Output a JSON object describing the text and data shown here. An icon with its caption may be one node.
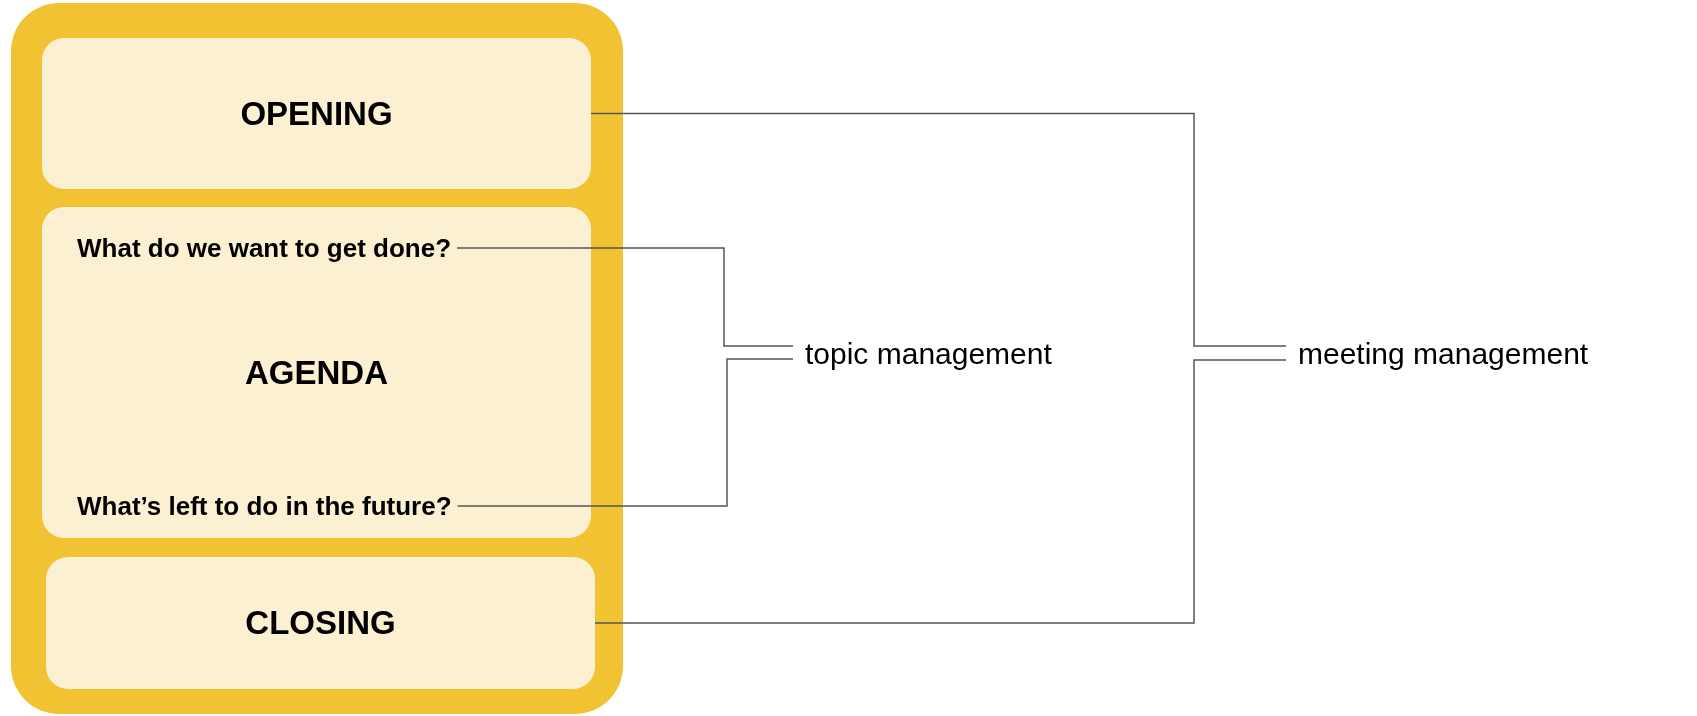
{
  "diagram": {
    "nodes": [
      {
        "text": [],
        "shape": "box"
      },
      {
        "text": [
          "OPENING"
        ],
        "in": 0
      },
      {
        "text": [
          "AGENDA"
        ],
        "in": 0
      },
      {
        "text": [
          "What do we want to get done?"
        ],
        "in": 2
      },
      {
        "text": [
          "What’s left to do in the future?"
        ],
        "in": 2
      },
      {
        "text": [
          "CLOSING"
        ],
        "in": 0
      },
      {
        "text": [
          "topic management"
        ]
      },
      {
        "text": [
          "meeting management"
        ]
      }
    ],
    "edges": [
      {
        "from": 3,
        "to": 6,
        "arrow": "none"
      },
      {
        "from": 4,
        "to": 6,
        "arrow": "none"
      },
      {
        "from": 1,
        "to": 7,
        "arrow": "none"
      },
      {
        "from": 5,
        "to": 7,
        "arrow": "none"
      }
    ]
  }
}
